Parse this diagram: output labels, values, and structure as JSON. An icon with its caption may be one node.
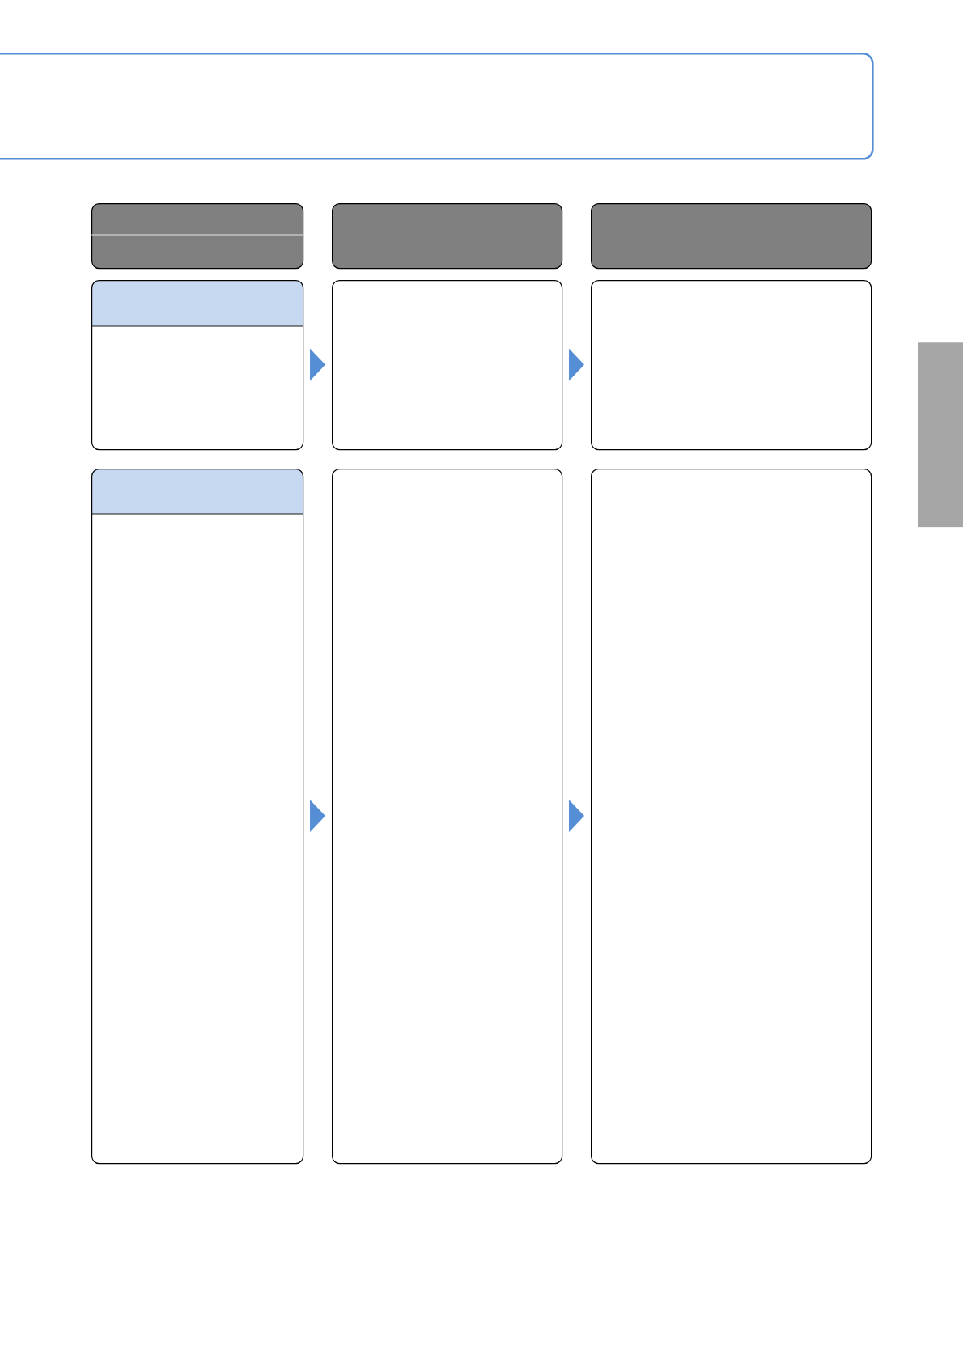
{
  "diagram": {
    "nodes": [
      {
        "text": [],
        "shape": "box"
      },
      {
        "text": [],
        "shape": "box"
      },
      {
        "text": [],
        "shape": "box"
      },
      {
        "text": [],
        "shape": "box"
      },
      {
        "text": [],
        "shape": "box"
      },
      {
        "text": [],
        "shape": "box"
      },
      {
        "text": [],
        "shape": "box"
      },
      {
        "text": [],
        "shape": "box"
      },
      {
        "text": [],
        "shape": "box"
      },
      {
        "text": [],
        "shape": "box"
      },
      {
        "text": [],
        "shape": "bar"
      }
    ],
    "edges": [
      {
        "from": 4,
        "to": 5,
        "arrow": "to"
      },
      {
        "from": 5,
        "to": 6,
        "arrow": "to"
      },
      {
        "from": 7,
        "to": 8,
        "arrow": "to"
      },
      {
        "from": 8,
        "to": 9,
        "arrow": "to"
      }
    ]
  }
}
